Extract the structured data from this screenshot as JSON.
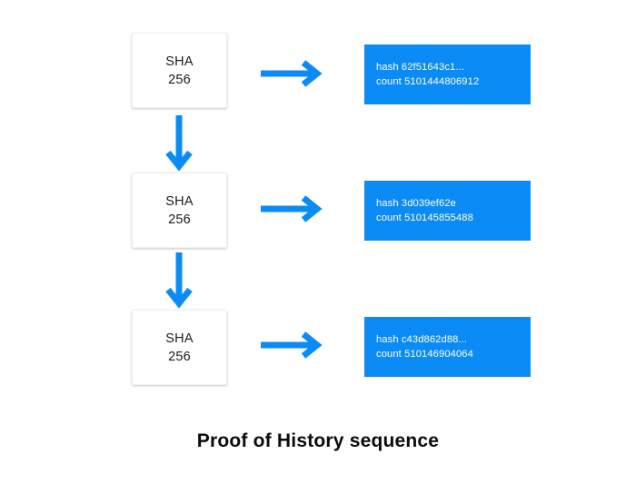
{
  "diagram": {
    "title": "Proof of History sequence",
    "accent_color": "#0b8bf5",
    "background_color": "#ffffff",
    "card_text_color": "#1b1b1b",
    "box_text_color": "#ffffff",
    "rows": [
      {
        "hash_label": "SHA",
        "bits_label": "256",
        "arrow_right": "arrow-right-icon",
        "hash_line": "hash 62f51643c1...",
        "count_line": "count 5101444806912"
      },
      {
        "hash_label": "SHA",
        "bits_label": "256",
        "arrow_right": "arrow-right-icon",
        "hash_line": "hash 3d039ef62e",
        "count_line": "count 510145855488"
      },
      {
        "hash_label": "SHA",
        "bits_label": "256",
        "arrow_right": "arrow-right-icon",
        "hash_line": "hash c43d862d88...",
        "count_line": "count 510146904064"
      }
    ],
    "connectors": [
      {
        "icon": "arrow-down-icon"
      },
      {
        "icon": "arrow-down-icon"
      }
    ]
  }
}
